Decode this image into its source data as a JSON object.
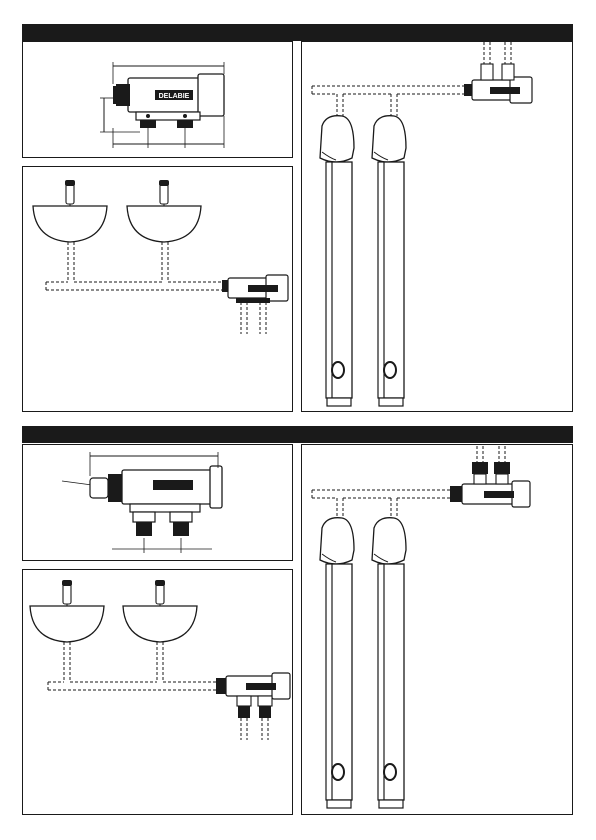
{
  "brand": {
    "logo_text": "DELABIE"
  },
  "sections": [
    {
      "id": "section-1",
      "header_text": ""
    },
    {
      "id": "section-2",
      "header_text": ""
    }
  ],
  "colors": {
    "ink": "#1a1a1a",
    "paper": "#ffffff"
  },
  "icons": [
    "mixing-valve-icon",
    "wash-basin-icon",
    "shower-column-icon",
    "dimension-line-icon",
    "pipe-fitting-icon"
  ]
}
